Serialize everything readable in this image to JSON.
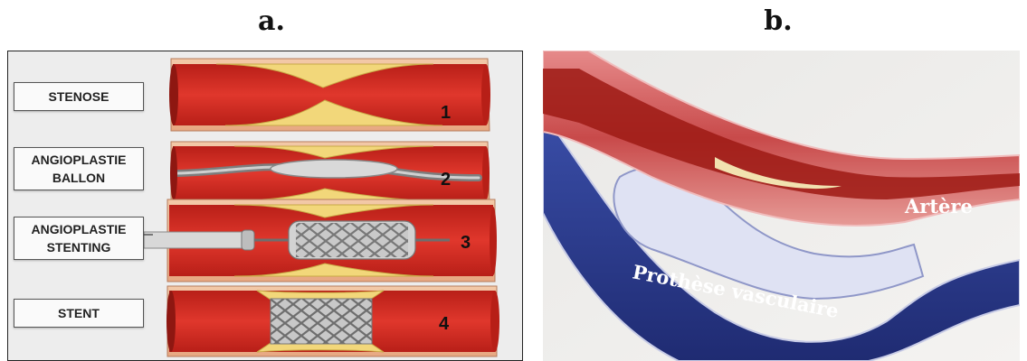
{
  "panel_a": {
    "letter": "a.",
    "steps": [
      {
        "label_lines": [
          "STENOSE"
        ],
        "number": "1"
      },
      {
        "label_lines": [
          "ANGIOPLASTIE",
          "BALLON"
        ],
        "number": "2"
      },
      {
        "label_lines": [
          "ANGIOPLASTIE",
          "STENTING"
        ],
        "number": "3"
      },
      {
        "label_lines": [
          "STENT"
        ],
        "number": "4"
      }
    ]
  },
  "panel_b": {
    "letter": "b.",
    "artery_label": "Artère",
    "graft_label": "Prothèse vasculaire"
  },
  "colors": {
    "artery_red": "#d42a22",
    "artery_dark": "#9e1a14",
    "plaque_yellow": "#f2d77a",
    "graft_blue": "#2a3a8c",
    "stent_gray": "#a9a9a9"
  }
}
